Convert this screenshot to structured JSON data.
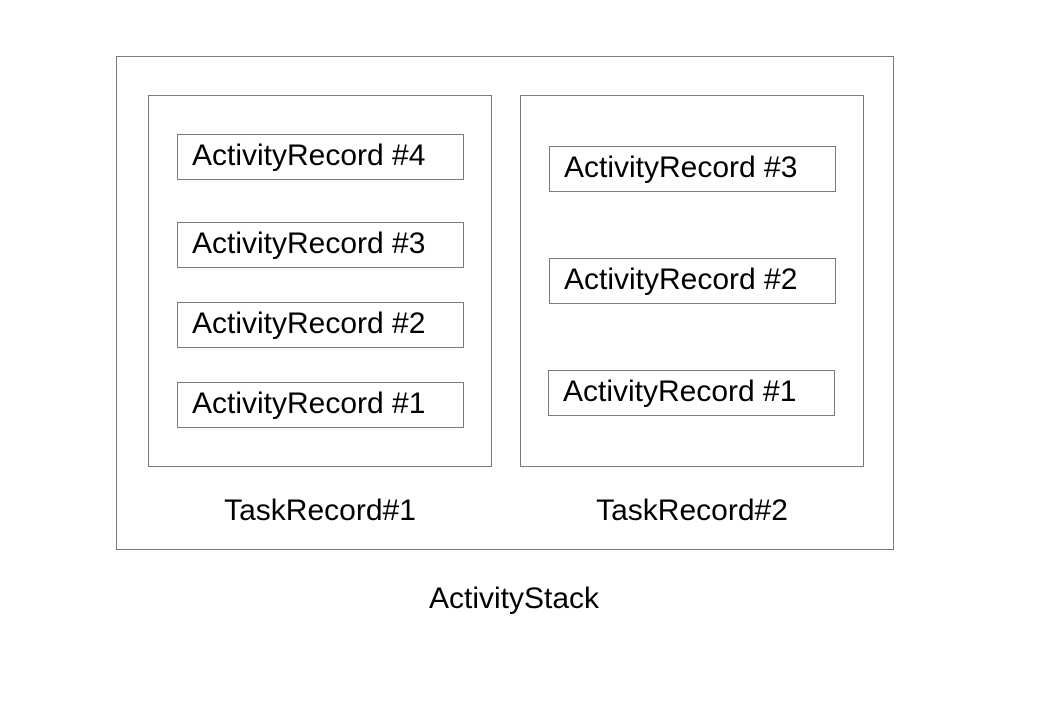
{
  "diagram": {
    "stack": {
      "label": "ActivityStack"
    },
    "tasks": [
      {
        "label": "TaskRecord#1",
        "records": [
          "ActivityRecord #4",
          "ActivityRecord #3",
          "ActivityRecord #2",
          "ActivityRecord #1"
        ]
      },
      {
        "label": "TaskRecord#2",
        "records": [
          "ActivityRecord #3",
          "ActivityRecord #2",
          "ActivityRecord #1"
        ]
      }
    ]
  }
}
